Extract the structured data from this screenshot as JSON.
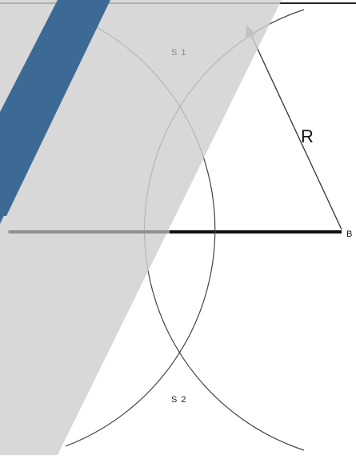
{
  "diagram": {
    "labels": {
      "s1": "S 1",
      "s2": "S 2",
      "radius": "R",
      "point_b": "B"
    },
    "colors": {
      "background": "#ffffff",
      "ruler_overlay": "#d3d3d3",
      "ruler_stripe": "#3d6a95",
      "arc": "#444444",
      "segment": "#111111",
      "segment_under_ruler": "#8f8f8f",
      "radius_line": "#333333",
      "top_border": "#222222"
    }
  }
}
